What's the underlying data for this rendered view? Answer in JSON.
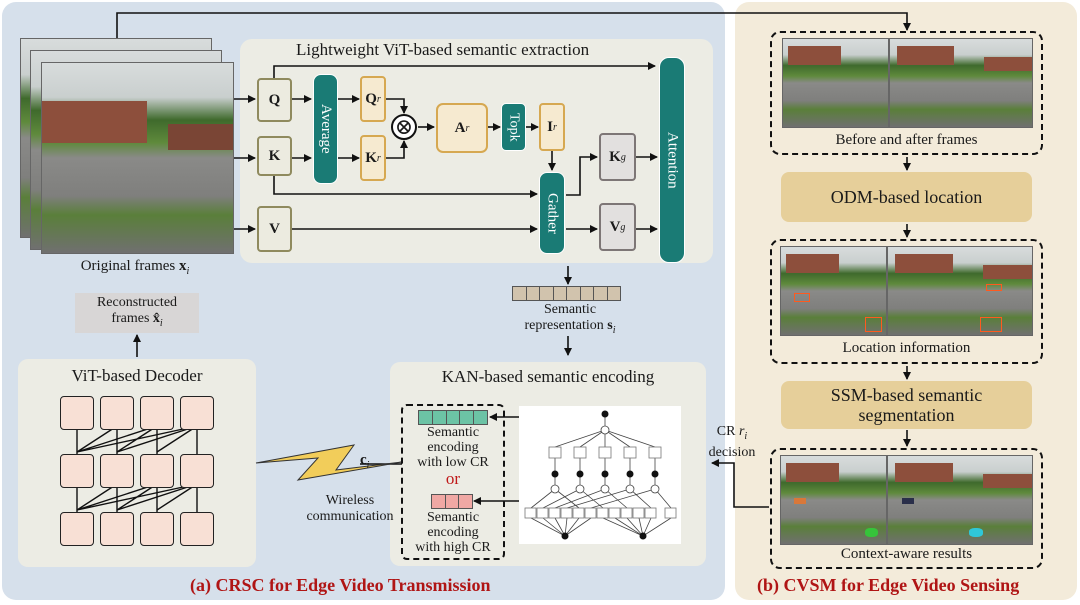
{
  "panels": {
    "a": {
      "label": "(a) CRSC for Edge Video Transmission"
    },
    "b": {
      "label": "(b) CVSM for Edge Video Sensing"
    }
  },
  "input": {
    "caption": "Original frames",
    "symbol": "x",
    "subscript": "i"
  },
  "extraction": {
    "title": "Lightweight ViT-based semantic extraction",
    "nodes": {
      "q": "Q",
      "k": "K",
      "v": "V",
      "average": "Average",
      "qr": "Q",
      "qr_sup": "r",
      "kr": "K",
      "kr_sup": "r",
      "multiply": "⊗",
      "ar": "A",
      "ar_sup": "r",
      "topk": "Topk",
      "ir": "I",
      "ir_sup": "r",
      "gather": "Gather",
      "kg": "K",
      "kg_sup": "g",
      "vg": "V",
      "vg_sup": "g",
      "attention": "Attention"
    }
  },
  "representation": {
    "line1": "Semantic",
    "line2": "representation",
    "symbol": "s",
    "subscript": "i",
    "cells": 8
  },
  "reconstructed": {
    "line1": "Reconstructed",
    "line2": "frames",
    "symbol": "x̂",
    "subscript": "i"
  },
  "decoder": {
    "title": "ViT-based Decoder",
    "rows": 3,
    "cols": 4
  },
  "wireless": {
    "symbol": "c",
    "subscript": "i",
    "line1": "Wireless",
    "line2": "communication"
  },
  "kan": {
    "title": "KAN-based semantic encoding",
    "low": {
      "line1": "Semantic",
      "line2": "encoding",
      "line3": "with low CR",
      "cells": 5,
      "color": "#6cc3a5"
    },
    "or": "or",
    "high": {
      "line1": "Semantic",
      "line2": "encoding",
      "line3": "with high CR",
      "cells": 3,
      "color": "#f0a8a4"
    }
  },
  "cr_decision": {
    "line1": "CR",
    "symbol": "r",
    "subscript": "i",
    "line2": "decision"
  },
  "sensing": {
    "before_after": {
      "caption": "Before and after frames"
    },
    "odm": {
      "label": "ODM-based location"
    },
    "location": {
      "caption": "Location information"
    },
    "ssm": {
      "line1": "SSM-based semantic",
      "line2": "segmentation"
    },
    "context": {
      "caption": "Context-aware results"
    }
  },
  "colors": {
    "teal": "#1a7b75",
    "title_red": "#b01515",
    "stage": "#e6cf9a",
    "panel_a": "#d6e0eb",
    "panel_b": "#f3ebda"
  }
}
